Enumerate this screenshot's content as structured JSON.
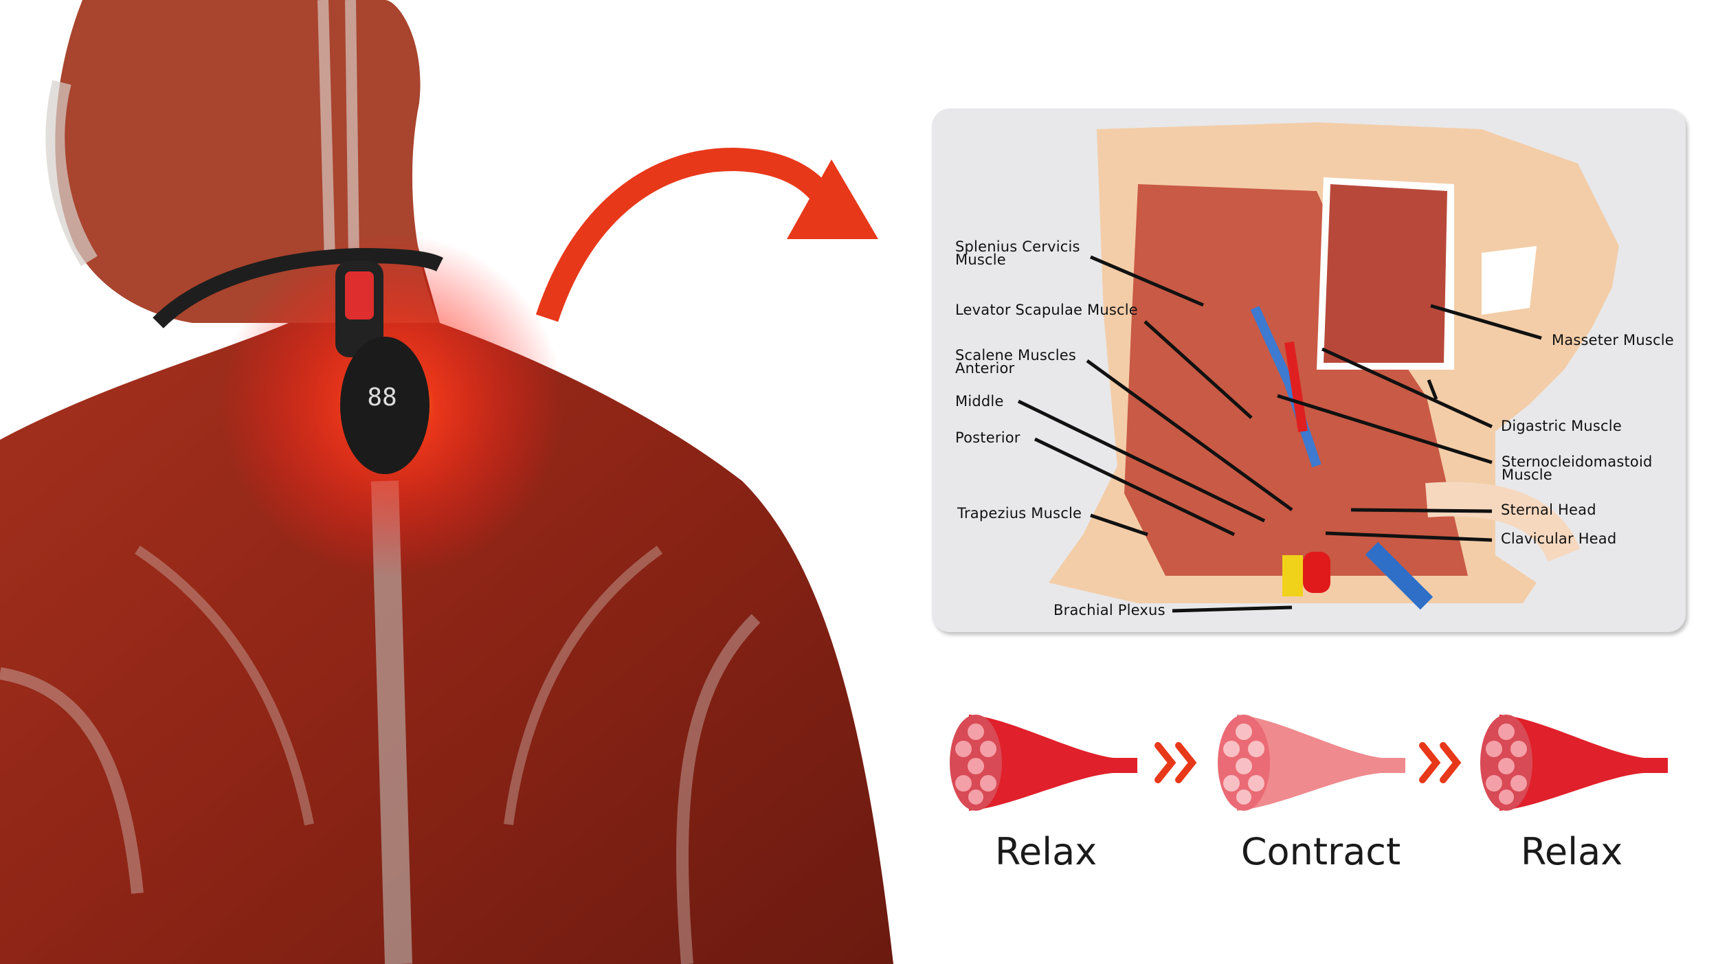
{
  "device": {
    "display": "88"
  },
  "diagram": {
    "labels_left": [
      {
        "text": "Splenius Cervicis\nMuscle",
        "line1": "Splenius Cervicis",
        "line2": "Muscle"
      },
      {
        "text": "Levator Scapulae Muscle"
      },
      {
        "line1": "Scalene Muscles",
        "line2": "Anterior"
      },
      {
        "text": "Middle"
      },
      {
        "text": "Posterior"
      },
      {
        "text": "Trapezius Muscle"
      },
      {
        "text": "Brachial Plexus"
      }
    ],
    "labels_right": [
      {
        "text": "Masseter Muscle"
      },
      {
        "text": "Digastric Muscle"
      },
      {
        "line1": "Sternocleidomastoid",
        "line2": "Muscle"
      },
      {
        "text": "Sternal Head"
      },
      {
        "text": "Clavicular Head"
      }
    ]
  },
  "stages": [
    {
      "label": "Relax"
    },
    {
      "label": "Contract"
    },
    {
      "label": "Relax"
    }
  ],
  "colors": {
    "accent": "#e8381a",
    "muscle": "#c8402e",
    "muscle_bright": "#e0202a",
    "panel": "#e8e8ea"
  }
}
